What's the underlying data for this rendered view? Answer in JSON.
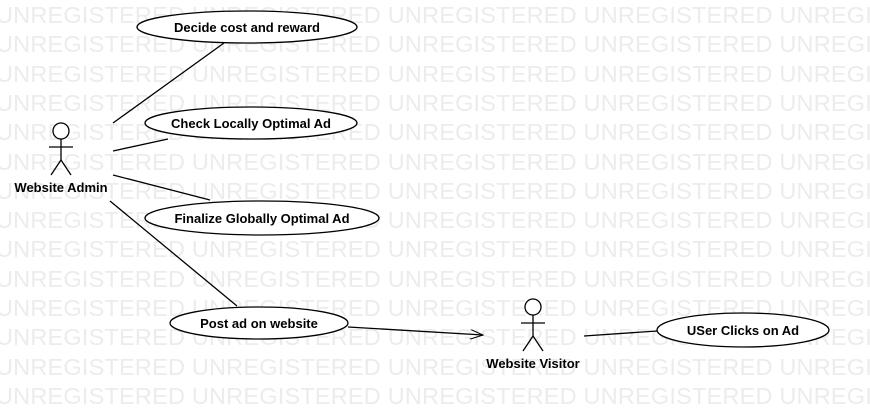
{
  "watermark": {
    "text": "UNREGISTERED"
  },
  "diagram": {
    "actors": [
      {
        "id": "admin",
        "label": "Website Admin"
      },
      {
        "id": "visitor",
        "label": "Website Visitor"
      }
    ],
    "use_cases": [
      {
        "id": "uc1",
        "label": "Decide cost and reward"
      },
      {
        "id": "uc2",
        "label": "Check Locally Optimal Ad"
      },
      {
        "id": "uc3",
        "label": "Finalize Globally Optimal Ad"
      },
      {
        "id": "uc4",
        "label": "Post ad on website"
      },
      {
        "id": "uc5",
        "label": "USer Clicks on Ad"
      }
    ]
  }
}
